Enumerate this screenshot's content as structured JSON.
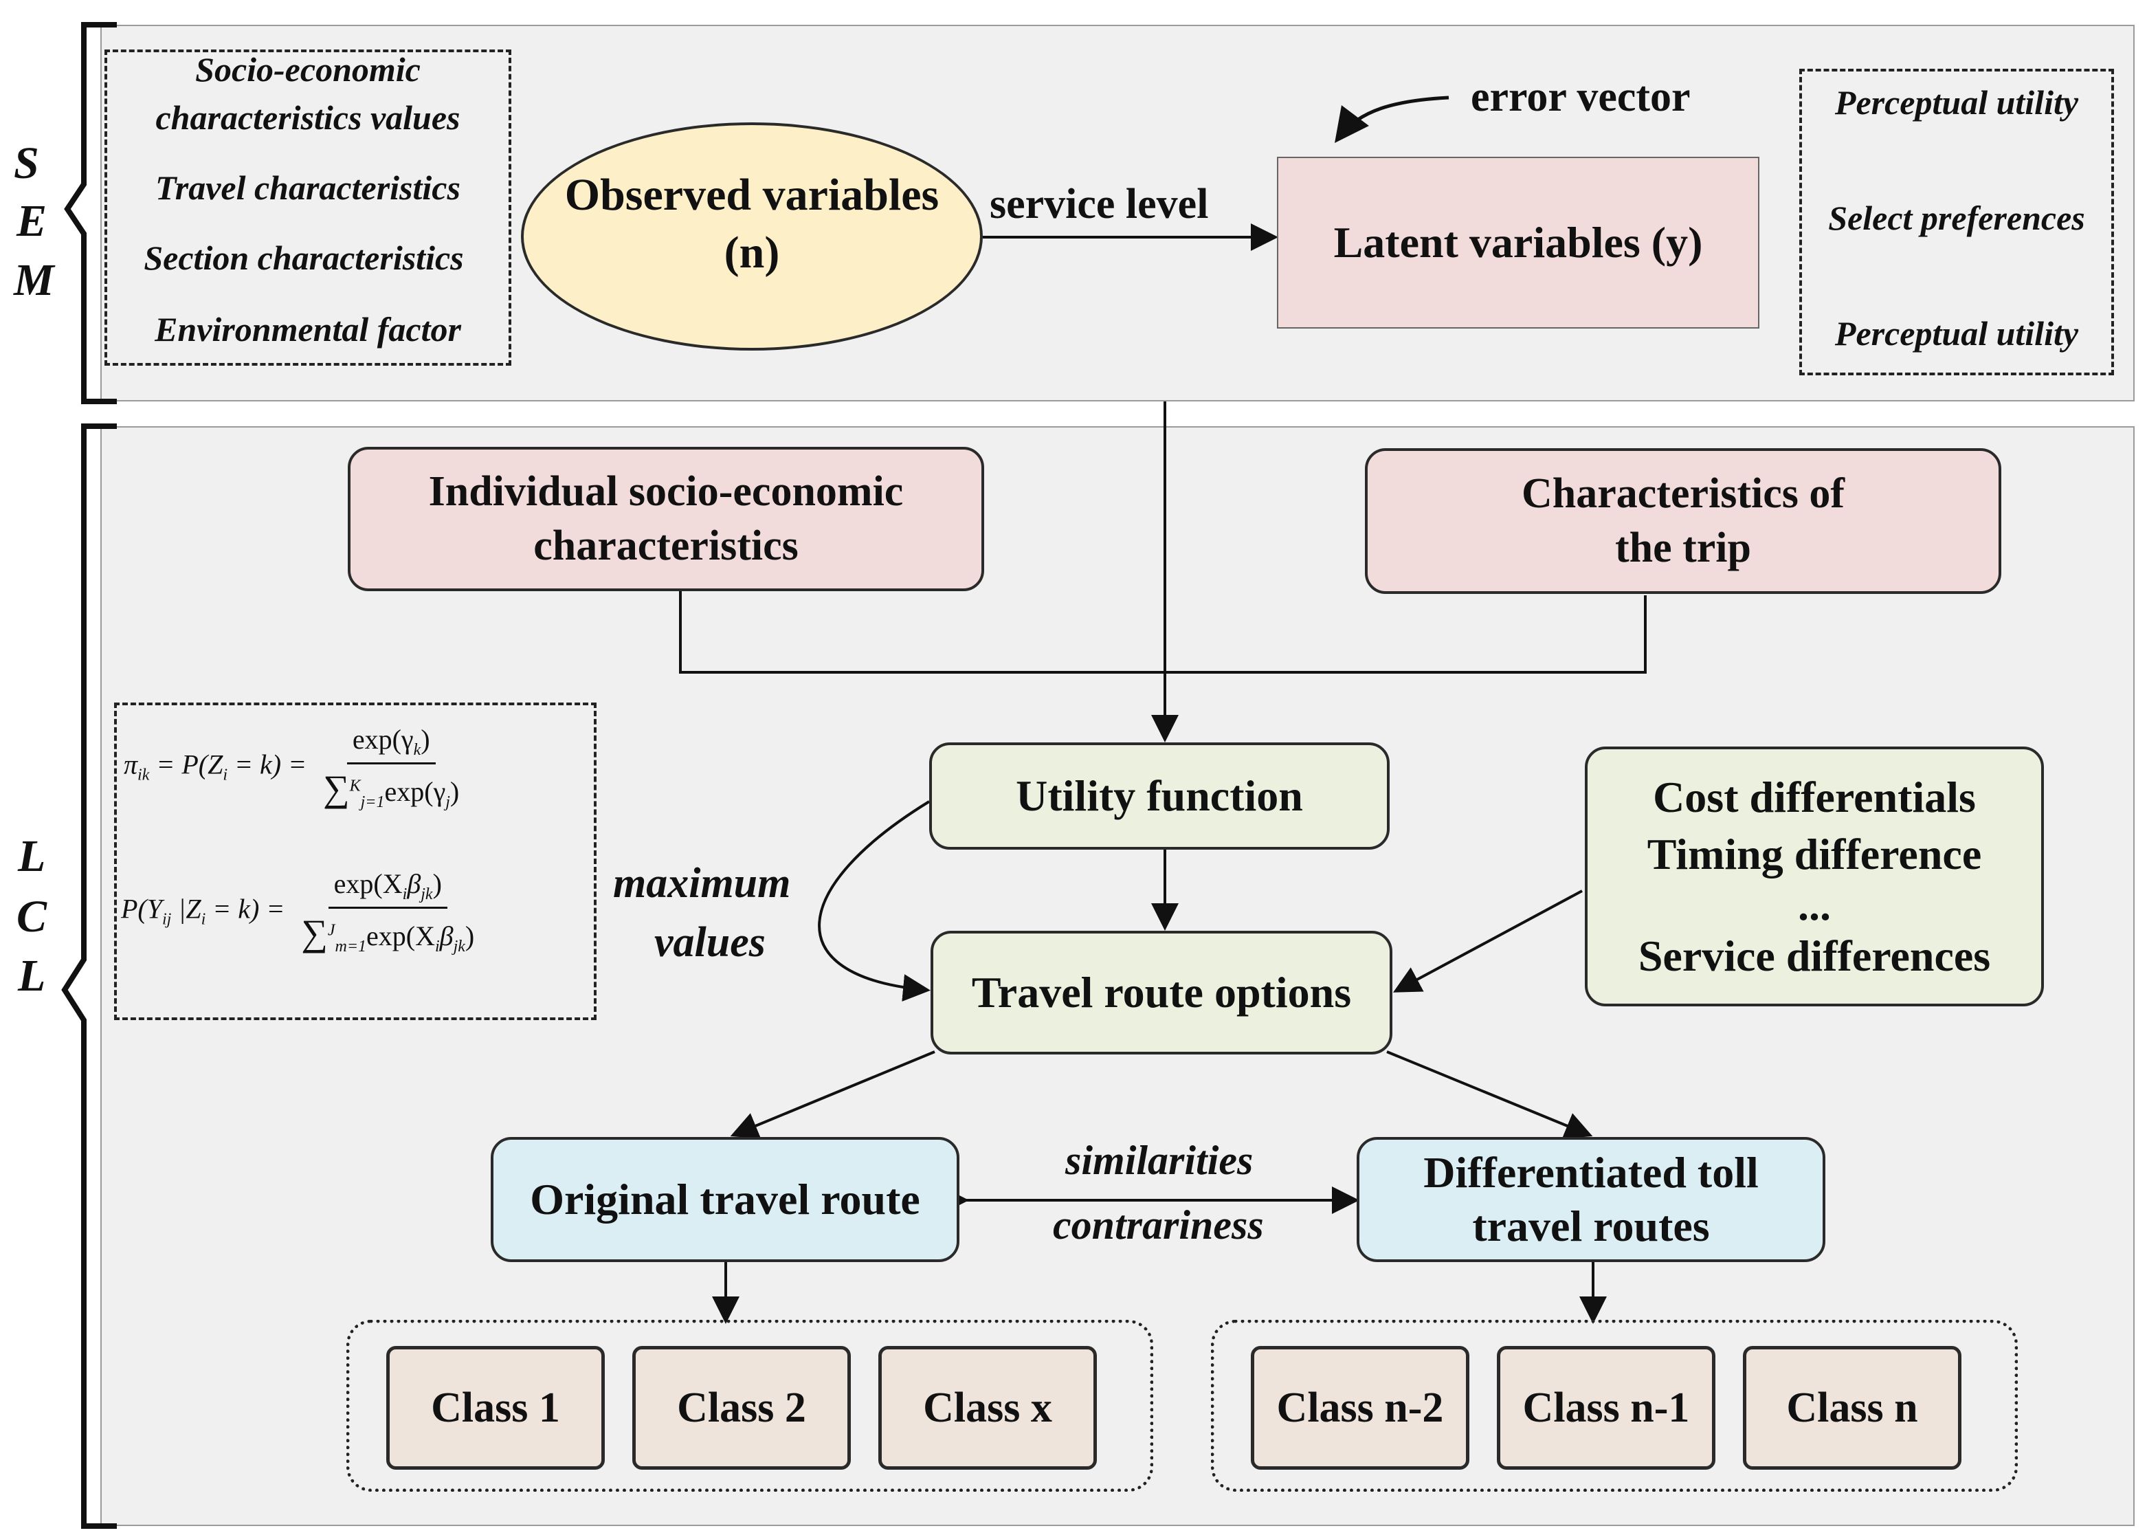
{
  "brackets": {
    "sem": [
      "S",
      "E",
      "M"
    ],
    "lcl": [
      "L",
      "C",
      "L"
    ]
  },
  "sem": {
    "left_list": [
      "Socio-economic",
      "characteristics values",
      "Travel characteristics",
      "Section characteristics",
      "Environmental factor"
    ],
    "observed": [
      "Observed variables",
      "(n)"
    ],
    "service_level": "service level",
    "error_vector": "error vector",
    "latent": "Latent variables (y)",
    "right_list": [
      "Perceptual utility",
      "Select preferences",
      "Perceptual utility"
    ]
  },
  "lcl": {
    "individual": [
      "Individual socio-economic",
      "characteristics"
    ],
    "trip": [
      "Characteristics of",
      "the trip"
    ],
    "utility": "Utility function",
    "max_values": [
      "maximum",
      "values"
    ],
    "route_options": "Travel route options",
    "differences": [
      "Cost differentials",
      "Timing difference",
      "...",
      "Service differences"
    ],
    "original_route": "Original travel route",
    "toll_routes": [
      "Differentiated toll",
      "travel routes"
    ],
    "sim": [
      "similarities",
      "contrariness"
    ],
    "left_classes": [
      "Class 1",
      "Class 2",
      "Class x"
    ],
    "right_classes": [
      "Class n-2",
      "Class n-1",
      "Class n"
    ]
  },
  "formulas": {
    "f1_left": "π",
    "f1_sub": "ik",
    "f1_mid": " = P(Z",
    "f1_mid_sub": "i",
    "f1_eq": " = k) = ",
    "f1_num": "exp(γ",
    "f1_num_sub": "k",
    "f1_den_pre": "∑",
    "f1_den_sup": "K",
    "f1_den_sub": "j=1",
    "f1_den": "exp(γ",
    "f1_den_sub2": "j",
    "f2_left": "P(Y",
    "f2_sub": "ij",
    "f2_mid": " |Z",
    "f2_mid_sub": "i",
    "f2_eq": " = k) = ",
    "f2_num": "exp(X",
    "f2_num_sub": "i",
    "f2_num_b": "β",
    "f2_num_bsub": "jk",
    "f2_den_pre": "∑",
    "f2_den_sup": "J",
    "f2_den_sub": "m=1",
    "f2_den": "exp(X",
    "f2_den_sub2": "i",
    "f2_den_b": "β",
    "f2_den_bsub": "jk"
  }
}
